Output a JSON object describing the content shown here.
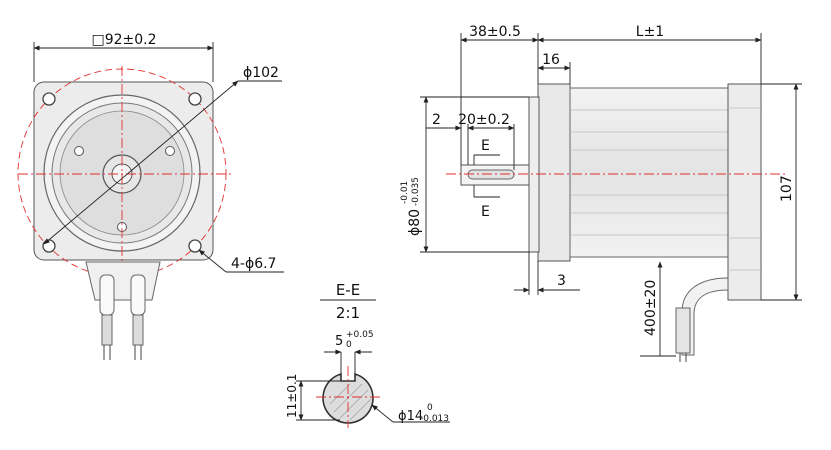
{
  "front_view": {
    "square_label": "□92±0.2",
    "circle_label": "ϕ102",
    "holes_label": "4-ϕ6.7"
  },
  "side_view": {
    "shaft_ext_label": "38±0.5",
    "body_label": "L±1",
    "flange_label": "16",
    "shoulder_label": "2",
    "key_len_label": "20±0.2",
    "section_mark": "E",
    "pilot_label": "ϕ80",
    "pilot_tol_upper": "-0.01",
    "pilot_tol_lower": "-0.035",
    "flange_thk_label": "3",
    "height_label": "107",
    "lead_label": "400±20"
  },
  "section_view": {
    "title": "E-E",
    "scale": "2:1",
    "key_width": "5",
    "key_tol_upper": "+0.05",
    "key_tol_lower": "0",
    "key_depth_label": "11±0.1",
    "shaft_dia": "ϕ14",
    "shaft_tol_upper": "0",
    "shaft_tol_lower": "-0.013"
  },
  "colors": {
    "centerline": "#e03030",
    "body_fill": "#ededed",
    "line": "#222222"
  }
}
